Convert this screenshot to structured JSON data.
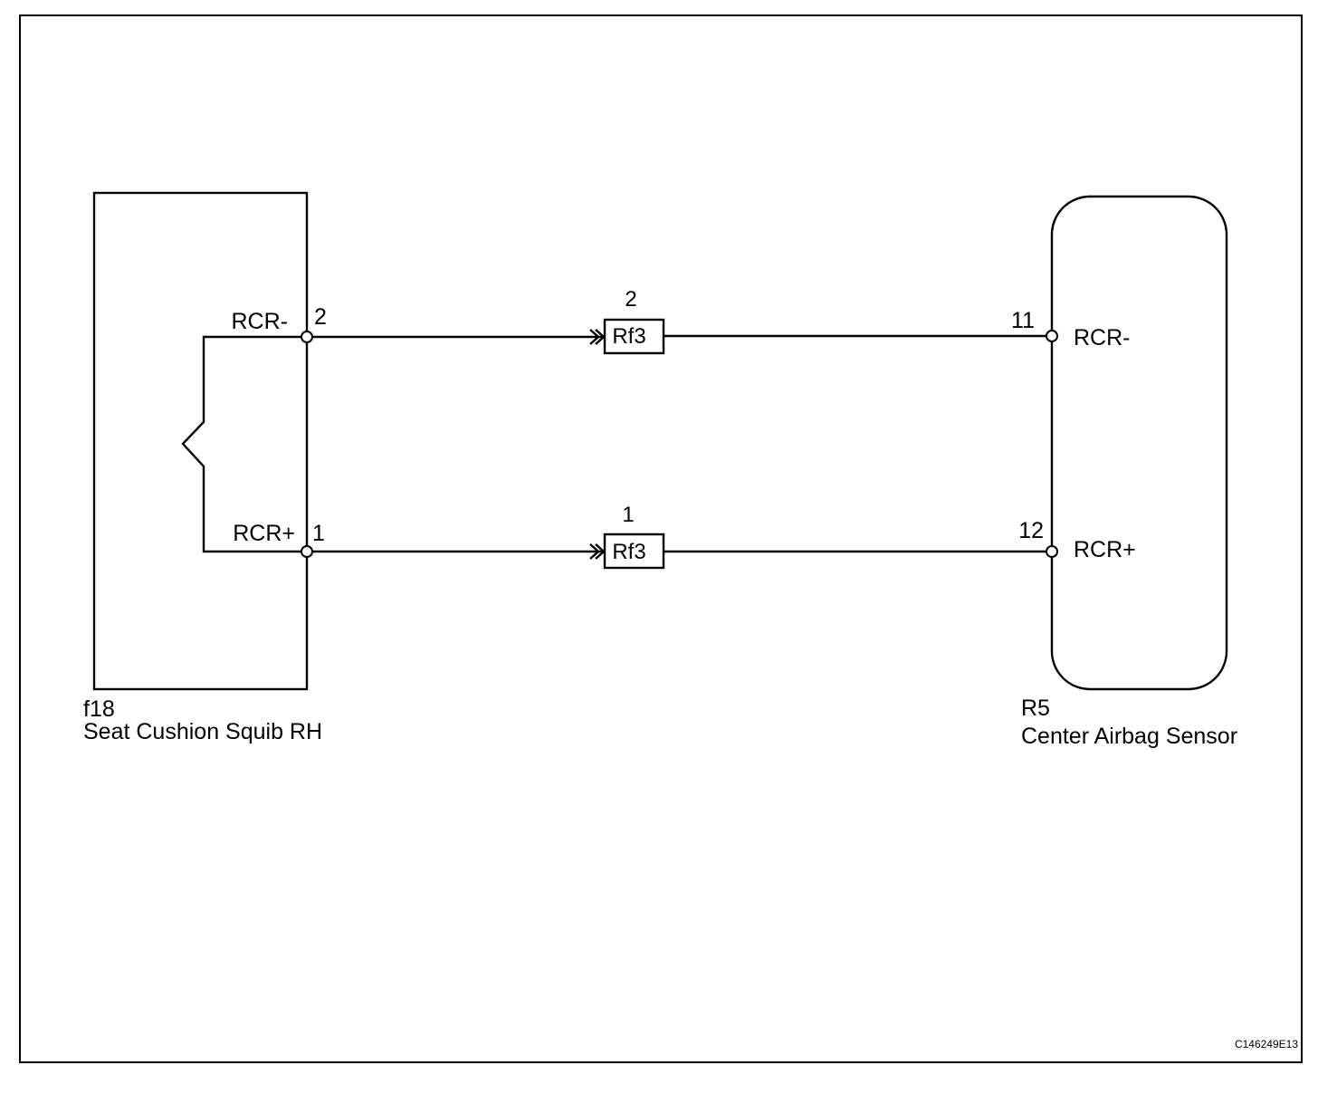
{
  "left_component": {
    "code": "f18",
    "name": "Seat Cushion Squib RH",
    "pins": [
      {
        "number": "2",
        "signal": "RCR-"
      },
      {
        "number": "1",
        "signal": "RCR+"
      }
    ]
  },
  "right_component": {
    "code": "R5",
    "name": "Center Airbag Sensor",
    "pins": [
      {
        "number": "11",
        "signal": "RCR-"
      },
      {
        "number": "12",
        "signal": "RCR+"
      }
    ]
  },
  "connectors": [
    {
      "name": "Rf3",
      "pin": "2"
    },
    {
      "name": "Rf3",
      "pin": "1"
    }
  ],
  "figure_id": "C146249E13"
}
